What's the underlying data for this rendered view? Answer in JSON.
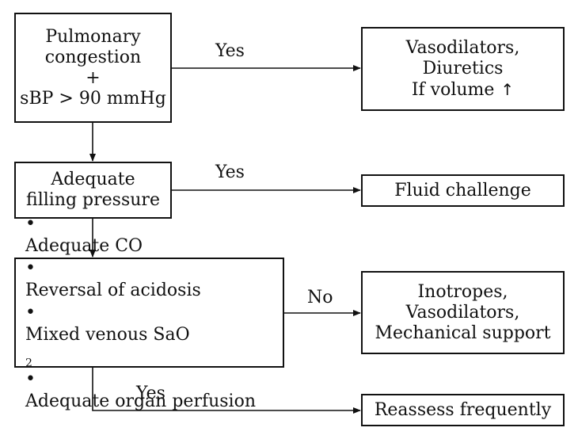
{
  "nodes": {
    "pulmonary": {
      "lines": [
        "Pulmonary",
        "congestion",
        "+",
        "sBP > 90 mmHg"
      ]
    },
    "vasodilators_diuretics": {
      "lines": [
        "Vasodilators,",
        "Diuretics",
        "If volume"
      ],
      "arrow_glyph": "↑"
    },
    "filling": {
      "lines": [
        "Adequate",
        "filling pressure"
      ]
    },
    "fluid": {
      "lines": [
        "Fluid challenge"
      ]
    },
    "criteria": {
      "bullet": "•",
      "items": [
        "Adequate CO",
        "Reversal of  acidosis",
        "Mixed venous  SaO",
        "Adequate  organ perfusion"
      ],
      "subscript": "2"
    },
    "inotropes": {
      "lines": [
        "Inotropes,",
        "Vasodilators,",
        "Mechanical support"
      ]
    },
    "reassess": {
      "lines": [
        "Reassess frequently"
      ]
    }
  },
  "edges": {
    "e1": "Yes",
    "e2": "Yes",
    "e3": "No",
    "e4": "Yes"
  },
  "colors": {
    "line": "#111111",
    "background": "#ffffff"
  }
}
